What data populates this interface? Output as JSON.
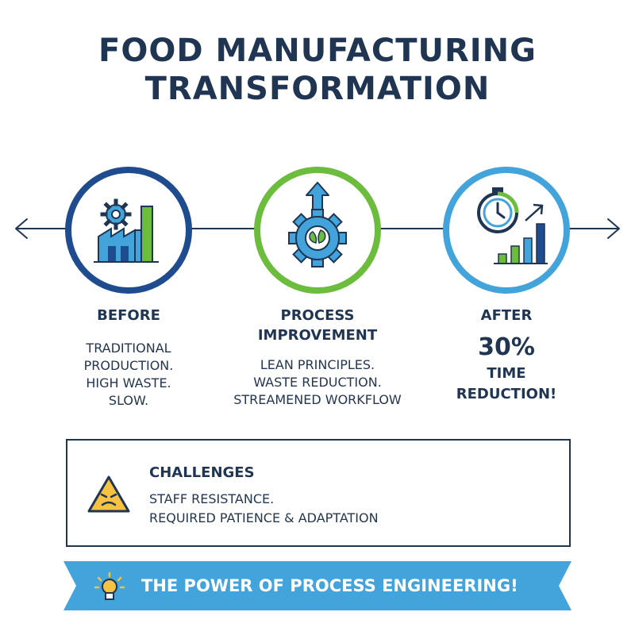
{
  "title": {
    "line1": "FOOD MANUFACTURING",
    "line2": "TRANSFORMATION"
  },
  "colors": {
    "navy": "#1f3552",
    "dark_blue": "#1f4b8f",
    "green": "#6cbc3d",
    "light_blue": "#43a3db",
    "warning_yellow": "#f5c242"
  },
  "stages": {
    "before": {
      "icon": "factory-gear-icon",
      "heading": "BEFORE",
      "lines": [
        "TRADITIONAL",
        "PRODUCTION.",
        "HIGH WASTE.",
        "SLOW."
      ]
    },
    "process": {
      "icon": "gear-leaf-arrow-icon",
      "heading_line1": "PROCESS",
      "heading_line2": "IMPROVEMENT",
      "lines": [
        "LEAN PRINCIPLES.",
        "WASTE REDUCTION.",
        "STREAMENED WORKFLOW"
      ]
    },
    "after": {
      "icon": "stopwatch-growth-chart-icon",
      "heading": "AFTER",
      "percent": "30%",
      "line1": "TIME",
      "line2": "REDUCTION!"
    }
  },
  "challenges": {
    "icon": "warning-face-icon",
    "heading": "CHALLENGES",
    "lines": [
      "STAFF RESISTANCE.",
      "REQUIRED PATIENCE & ADAPTATION"
    ]
  },
  "banner": {
    "icon": "lightbulb-icon",
    "text": "THE POWER OF PROCESS ENGINEERING!"
  }
}
